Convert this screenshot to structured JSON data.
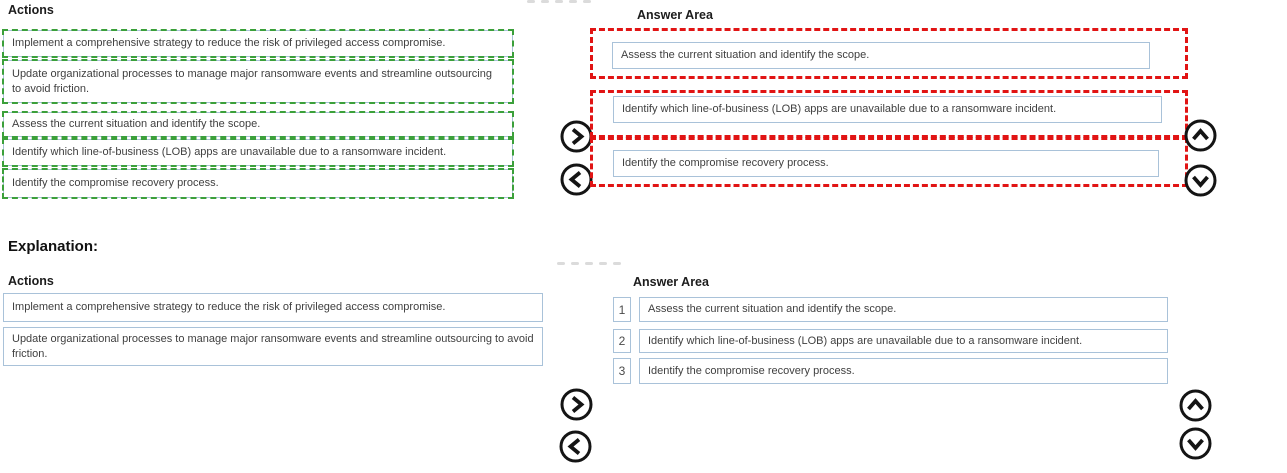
{
  "top": {
    "actions_label": "Actions",
    "answer_area_label": "Answer Area",
    "action_items": [
      "Implement a comprehensive strategy to reduce the risk of privileged access compromise.",
      "Update organizational processes to manage major ransomware events and streamline outsourcing to avoid friction.",
      "Assess the current situation and identify the scope.",
      "Identify which line-of-business (LOB) apps are unavailable due to a ransomware incident.",
      "Identify the compromise recovery process."
    ],
    "answer_items": [
      "Assess the current situation and identify the scope.",
      "Identify which line-of-business (LOB) apps are unavailable due to a ransomware incident.",
      "Identify the compromise recovery process."
    ]
  },
  "explanation": {
    "title": "Explanation:",
    "actions_label": "Actions",
    "answer_area_label": "Answer Area",
    "action_items": [
      "Implement a comprehensive strategy to reduce the risk of privileged access compromise.",
      "Update organizational processes to manage major ransomware events and streamline outsourcing to avoid friction."
    ],
    "answer_rows": [
      {
        "num": "1",
        "text": "Assess the current situation and identify the scope."
      },
      {
        "num": "2",
        "text": "Identify which line-of-business (LOB) apps are unavailable due to a ransomware incident."
      },
      {
        "num": "3",
        "text": "Identify the compromise recovery process."
      }
    ]
  },
  "icons": {
    "move_right": "chevron-right-circle",
    "move_left": "chevron-left-circle",
    "move_up": "chevron-up-circle",
    "move_down": "chevron-down-circle"
  },
  "colors": {
    "green": "#3BA03A",
    "red": "#E11414",
    "box_border": "#A9C2D9",
    "text": "#3F3F3F"
  }
}
